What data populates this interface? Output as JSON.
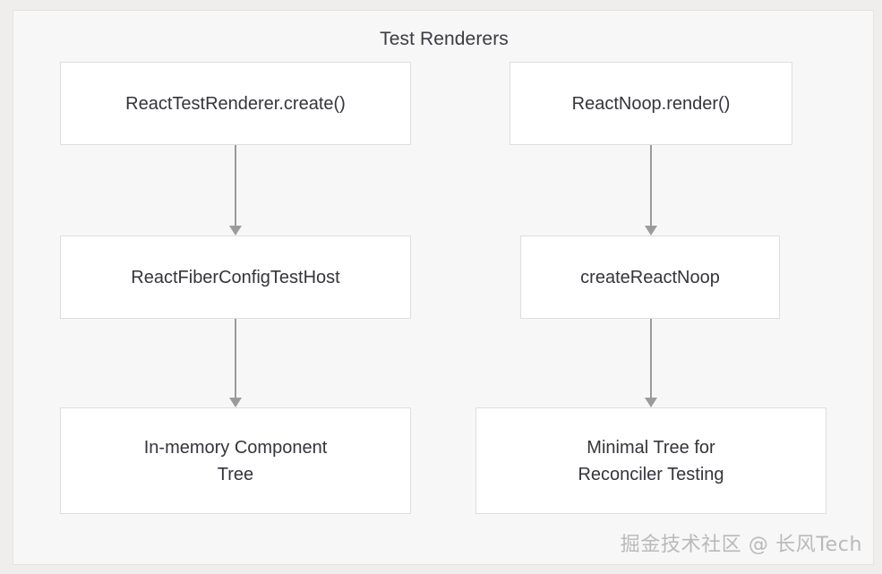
{
  "diagram": {
    "title": "Test Renderers",
    "type": "flowchart",
    "columns": [
      {
        "name": "test-renderer-chain",
        "nodes": [
          {
            "id": "node-test-renderer-create",
            "label": "ReactTestRenderer.create()"
          },
          {
            "id": "node-fiber-config",
            "label": "ReactFiberConfigTestHost"
          },
          {
            "id": "node-in-memory-tree",
            "label": "In-memory Component\nTree"
          }
        ]
      },
      {
        "name": "noop-renderer-chain",
        "nodes": [
          {
            "id": "node-noop-render",
            "label": "ReactNoop.render()"
          },
          {
            "id": "node-create-react-noop",
            "label": "createReactNoop"
          },
          {
            "id": "node-minimal-tree",
            "label": "Minimal Tree for\nReconciler Testing"
          }
        ]
      }
    ],
    "edges": [
      {
        "id": "arrow-l1",
        "from": "node-test-renderer-create",
        "to": "node-fiber-config",
        "style": "solid-arrow"
      },
      {
        "id": "arrow-l2",
        "from": "node-fiber-config",
        "to": "node-in-memory-tree",
        "style": "solid-arrow"
      },
      {
        "id": "arrow-r1",
        "from": "node-noop-render",
        "to": "node-create-react-noop",
        "style": "solid-arrow"
      },
      {
        "id": "arrow-r2",
        "from": "node-create-react-noop",
        "to": "node-minimal-tree",
        "style": "solid-arrow"
      }
    ],
    "colors": {
      "page_background": "#f0eeec",
      "container_background": "#f7f7f7",
      "container_border": "#e3e3e3",
      "node_background": "#ffffff",
      "node_border": "#dedede",
      "node_text": "#34343b",
      "title_text": "#3b3b42",
      "arrow": "#9b9b9b",
      "watermark_text": "#b9b9b9"
    }
  },
  "watermark": {
    "text": "掘金技术社区 @ 长风Tech"
  }
}
